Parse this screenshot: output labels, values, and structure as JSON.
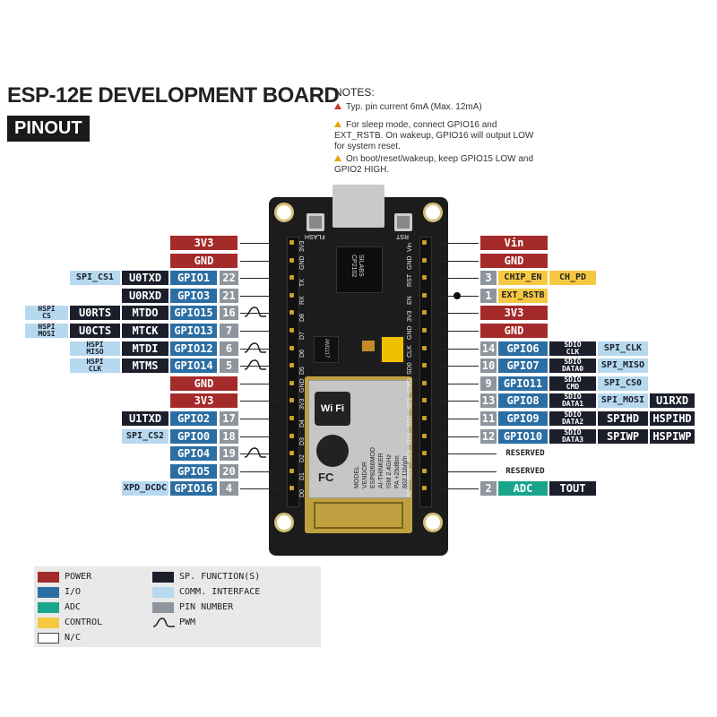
{
  "header": {
    "title": "ESP-12E DEVELOPMENT BOARD",
    "subtitle": "PINOUT"
  },
  "notes": {
    "title": "NOTES:",
    "items": [
      "Typ. pin current 6mA (Max. 12mA)",
      "For sleep mode, connect GPIO16 and EXT_RSTB. On wakeup, GPIO16 will output LOW for system reset.",
      "On boot/reset/wakeup, keep GPIO15 LOW and GPIO2 HIGH."
    ]
  },
  "board": {
    "flash": "FLASH",
    "rst": "RST",
    "usb_chip": [
      "SILABS",
      "CP2102"
    ],
    "regulator": "AM1117",
    "module_lines": [
      "MODEL",
      "VENDOR",
      "ESP8266MOD",
      "AI-THINKER",
      "ISM 2.4GHz",
      "PA +25dBm",
      "802.11b/g/n"
    ],
    "wifi": "Wi Fi",
    "fc": "FC",
    "left_pins": [
      "3V3",
      "GND",
      "TX",
      "RX",
      "D8",
      "D7",
      "D6",
      "D5",
      "GND",
      "3V3",
      "D4",
      "D3",
      "D2",
      "D1",
      "D0"
    ],
    "right_pins": [
      "Vin",
      "GND",
      "RST",
      "EN",
      "3V3",
      "GND",
      "CLK",
      "SD0",
      "CMD",
      "SD1",
      "SD2",
      "SD3",
      "RSV",
      "RSV",
      "A0"
    ]
  },
  "left_labels": {
    "r0": [
      "3V3"
    ],
    "r1": [
      "GND"
    ],
    "r2": [
      "SPI_CS1",
      "U0TXD",
      "GPIO1",
      "22"
    ],
    "r3": [
      "U0RXD",
      "GPIO3",
      "21"
    ],
    "r4": [
      "HSPI",
      "CS",
      "U0RTS",
      "MTDO",
      "GPIO15",
      "16"
    ],
    "r5": [
      "HSPI",
      "MOSI",
      "U0CTS",
      "MTCK",
      "GPIO13",
      "7"
    ],
    "r6": [
      "HSPI",
      "MISO",
      "MTDI",
      "GPIO12",
      "6"
    ],
    "r7": [
      "HSPI",
      "CLK",
      "MTMS",
      "GPIO14",
      "5"
    ],
    "r8": [
      "GND"
    ],
    "r9": [
      "3V3"
    ],
    "r10": [
      "U1TXD",
      "GPIO2",
      "17"
    ],
    "r11": [
      "SPI_CS2",
      "GPIO0",
      "18"
    ],
    "r12": [
      "GPIO4",
      "19"
    ],
    "r13": [
      "GPIO5",
      "20"
    ],
    "r14": [
      "XPD_DCDC",
      "GPIO16",
      "4"
    ]
  },
  "right_labels": {
    "r0": [
      "Vin"
    ],
    "r1": [
      "GND"
    ],
    "r2": [
      "3",
      "CHIP_EN",
      "CH_PD"
    ],
    "r3": [
      "1",
      "EXT_RSTB"
    ],
    "r4": [
      "3V3"
    ],
    "r5": [
      "GND"
    ],
    "r6": [
      "14",
      "GPIO6",
      "SDIO",
      "CLK",
      "SPI_CLK"
    ],
    "r7": [
      "10",
      "GPIO7",
      "SDIO",
      "DATA0",
      "SPI_MISO"
    ],
    "r8": [
      "9",
      "GPIO11",
      "SDIO",
      "CMD",
      "SPI_CS0"
    ],
    "r9": [
      "13",
      "GPIO8",
      "SDIO",
      "DATA1",
      "SPI_MOSI",
      "U1RXD"
    ],
    "r10": [
      "11",
      "GPIO9",
      "SDIO",
      "DATA2",
      "SPIHD",
      "HSPIHD"
    ],
    "r11": [
      "12",
      "GPIO10",
      "SDIO",
      "DATA3",
      "SPIWP",
      "HSPIWP"
    ],
    "r12": [
      "RESERVED"
    ],
    "r13": [
      "RESERVED"
    ],
    "r14": [
      "2",
      "ADC",
      "TOUT"
    ]
  },
  "legend": {
    "items": [
      "POWER",
      "I/O",
      "ADC",
      "CONTROL",
      "N/C",
      "SP. FUNCTION(S)",
      "COMM. INTERFACE",
      "PIN NUMBER",
      "PWM"
    ]
  },
  "colors": {
    "power": "#a52a2a",
    "io": "#2b6ea3",
    "adc": "#19a58b",
    "control": "#f6c842",
    "special": "#1c1f2b",
    "comm": "#b7d9ef",
    "pinnum": "#8e959c"
  }
}
